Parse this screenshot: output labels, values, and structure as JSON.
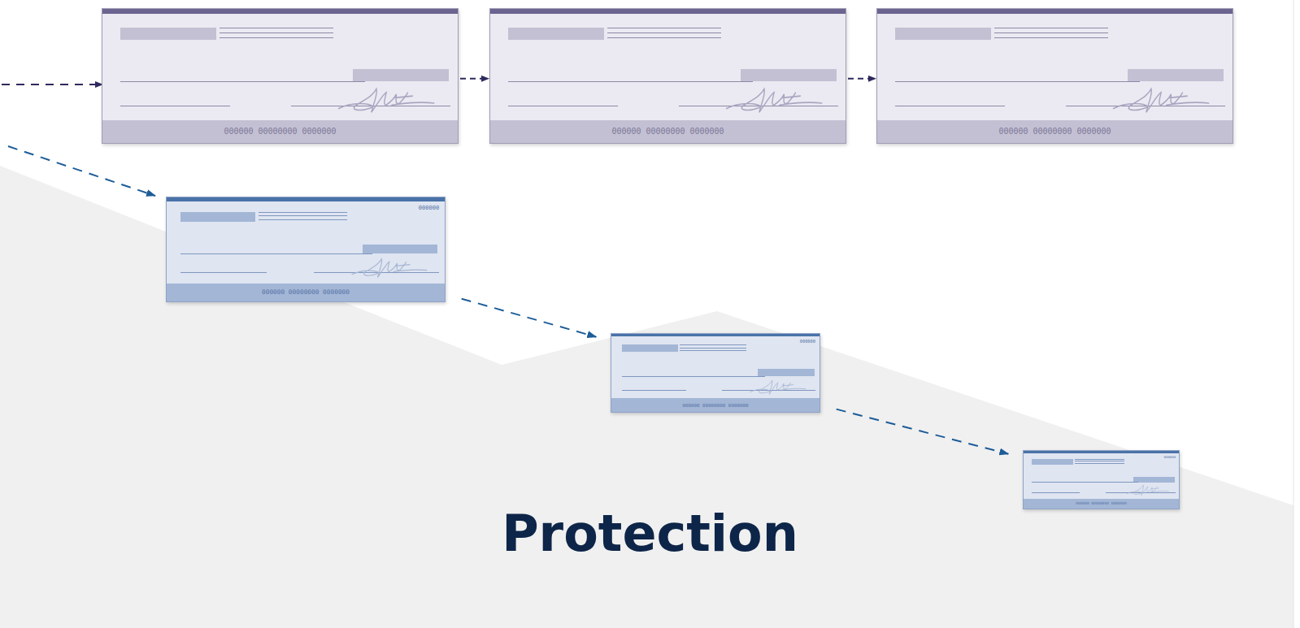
{
  "diagram": {
    "title": "Protection",
    "nodes": [
      {
        "text": [
          "000000 00000000 0000000"
        ]
      },
      {
        "text": [
          "000000 00000000 0000000"
        ]
      },
      {
        "text": [
          "000000 00000000 0000000"
        ]
      },
      {
        "text": [
          "000000",
          "000000 00000000 0000000"
        ]
      },
      {
        "text": [
          "000000",
          "000000 00000000 0000000"
        ]
      },
      {
        "text": [
          "000000",
          "000000 00000000 0000000"
        ]
      }
    ],
    "edges": [
      {
        "from": 0,
        "to": 1,
        "arrow": "to"
      },
      {
        "from": 1,
        "to": 2,
        "arrow": "to"
      },
      {
        "from": 3,
        "to": 4,
        "arrow": "to"
      },
      {
        "from": 4,
        "to": 5,
        "arrow": "to"
      }
    ]
  }
}
